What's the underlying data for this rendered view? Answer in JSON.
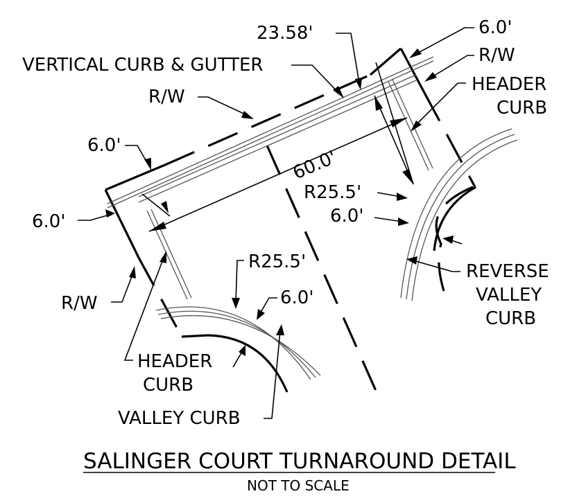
{
  "labels": {
    "vertical_curb_gutter": "VERTICAL CURB & GUTTER",
    "rw_top": "R/W",
    "rw_top_right": "R/W",
    "rw_bottom_left": "R/W",
    "dim_23_58": "23.58'",
    "dim_6_top_right": "6.0'",
    "dim_6_left_upper": "6.0'",
    "dim_6_left_lower": "6.0'",
    "dim_60": "60.0'",
    "r25_right": "R25.5'",
    "dim_6_right_mid": "6.0'",
    "r25_bottom": "R25.5'",
    "dim_6_bottom": "6.0'",
    "header_curb_right_1": "HEADER",
    "header_curb_right_2": "CURB",
    "header_curb_left_1": "HEADER",
    "header_curb_left_2": "CURB",
    "reverse_valley_1": "REVERSE",
    "reverse_valley_2": "VALLEY",
    "reverse_valley_3": "CURB",
    "valley_curb": "VALLEY CURB"
  },
  "title": "SALINGER COURT TURNAROUND DETAIL",
  "subtitle": "NOT TO SCALE"
}
